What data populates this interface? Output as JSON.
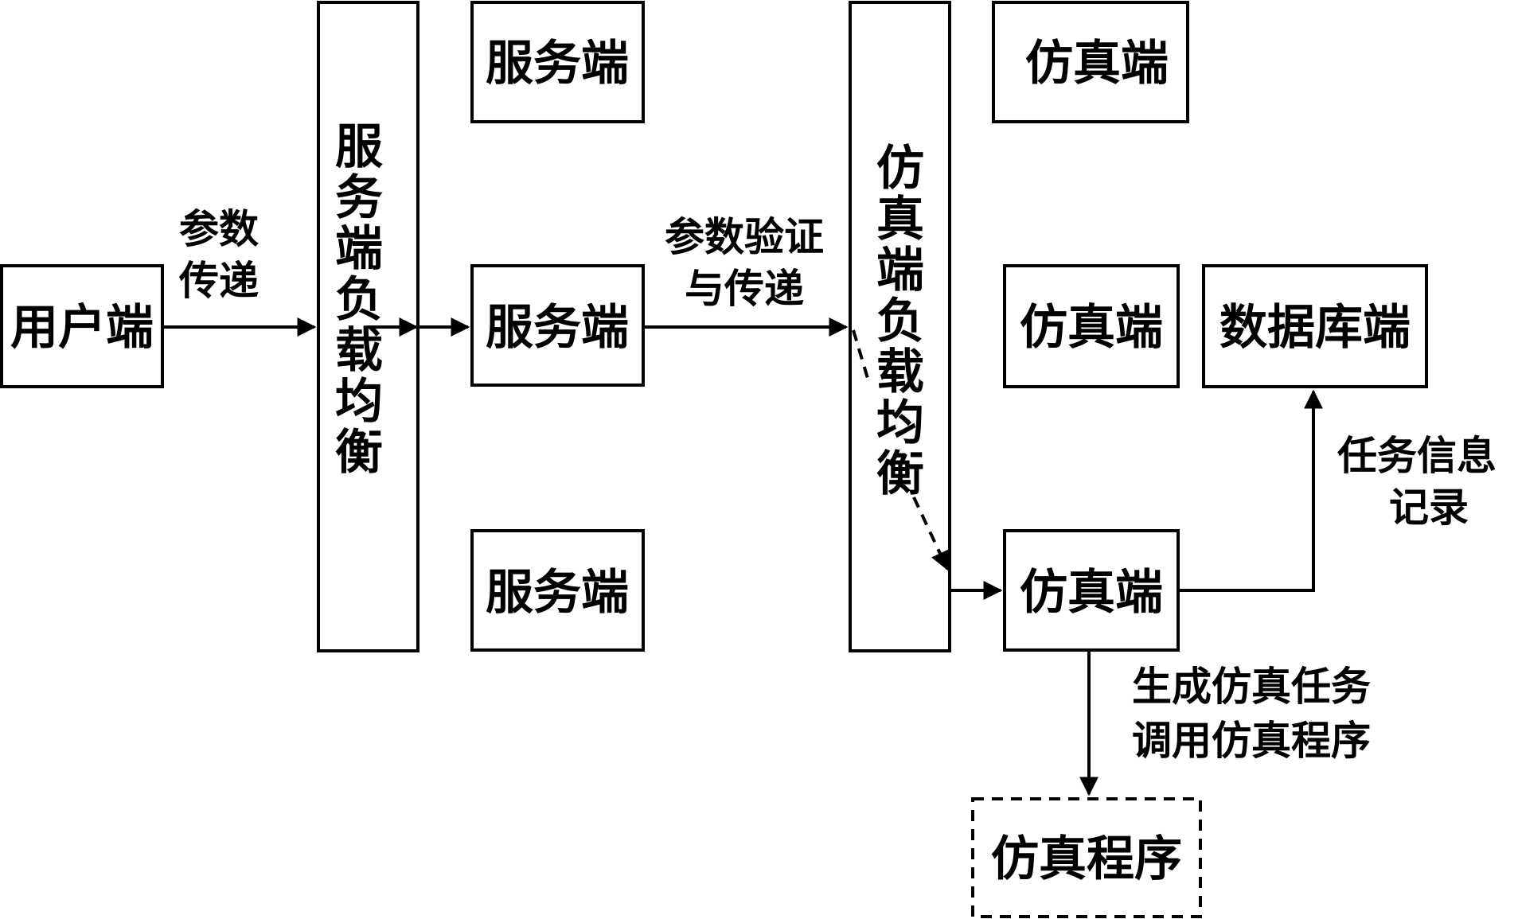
{
  "diagram": {
    "nodes": {
      "user": "用户端",
      "service_lb": "服务端负载均衡",
      "service_top": "服务端",
      "service_mid": "服务端",
      "service_bot": "服务端",
      "sim_lb": "仿真端负载均衡",
      "sim_top": "仿真端",
      "sim_mid": "仿真端",
      "sim_bot": "仿真端",
      "database": "数据库端",
      "sim_program": "仿真程序"
    },
    "edges": {
      "param_transfer": [
        "参数",
        "传递"
      ],
      "param_verify": [
        "参数验证",
        "与传递"
      ],
      "task_record": [
        "任务信息",
        "记录"
      ],
      "gen_task": [
        "生成仿真任务",
        "调用仿真程序"
      ]
    }
  }
}
